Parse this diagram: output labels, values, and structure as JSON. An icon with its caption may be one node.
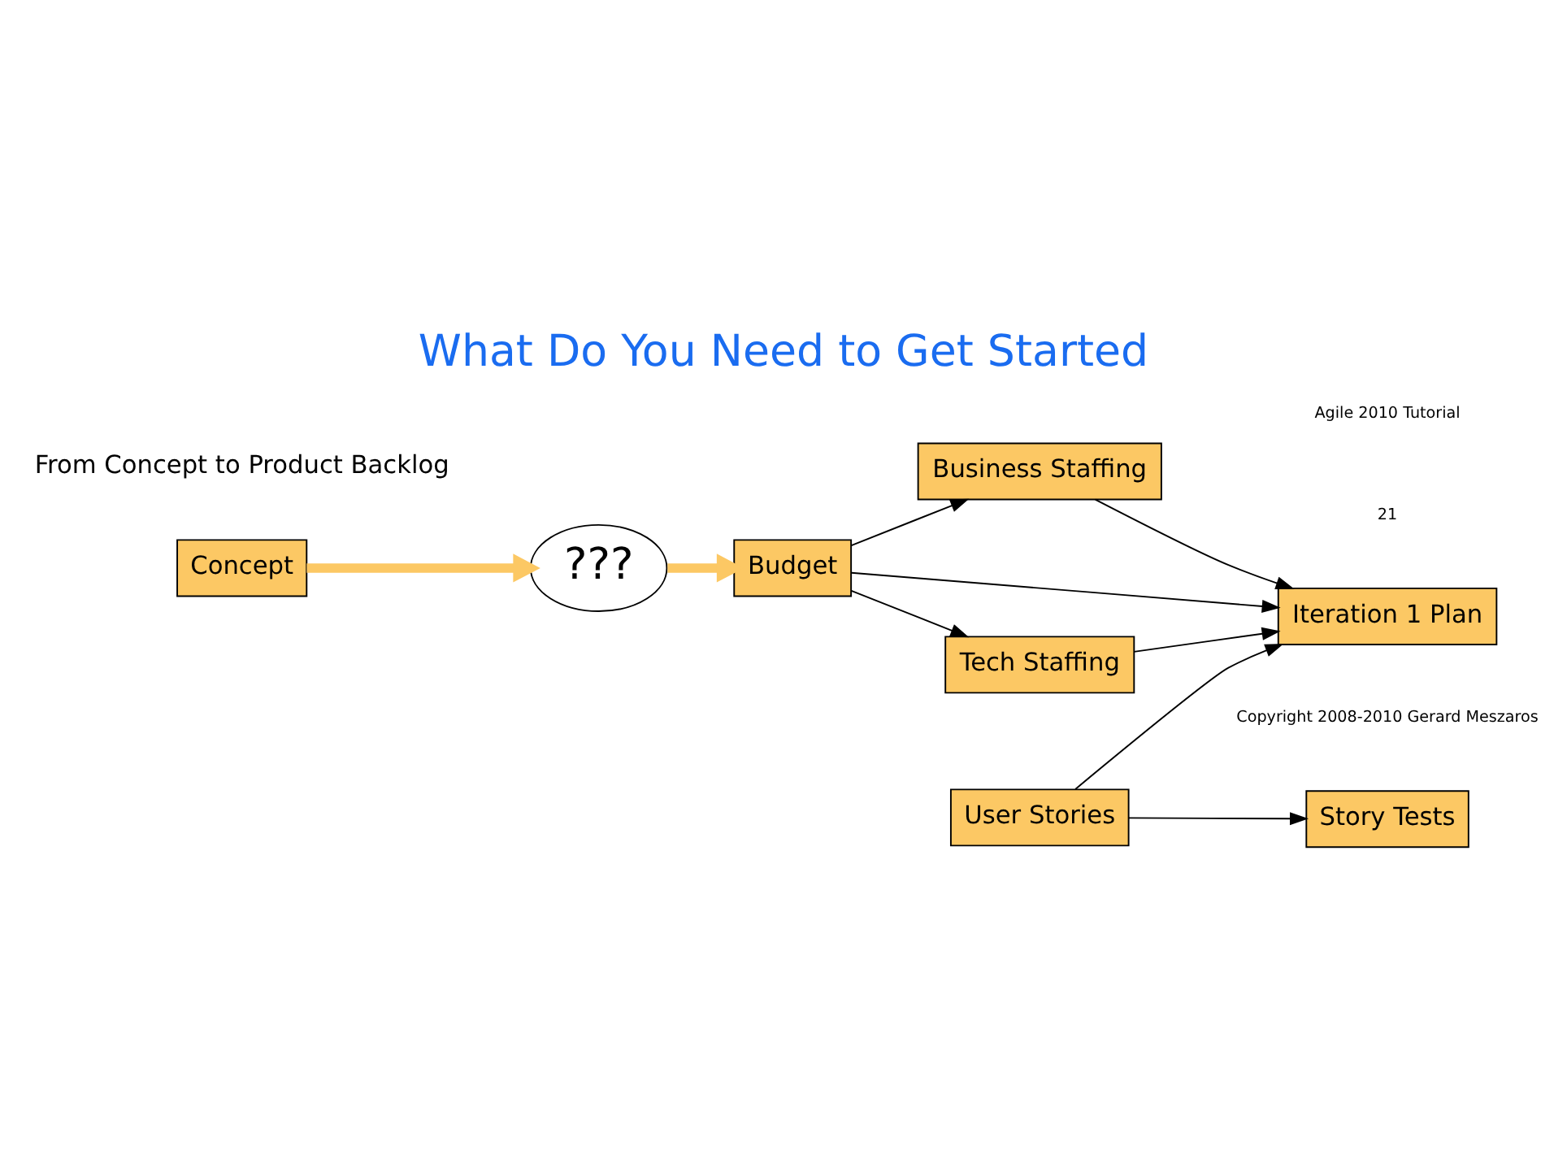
{
  "diagram": {
    "title": "What Do You Need to Get Started",
    "nodes": [
      {
        "text": [
          "Concept"
        ]
      },
      {
        "text": [
          "???"
        ]
      },
      {
        "text": [
          "User Stories"
        ]
      },
      {
        "text": [
          "Story Tests"
        ]
      },
      {
        "text": [
          "Budget"
        ]
      },
      {
        "text": [
          "Iteration 1 Plan"
        ]
      },
      {
        "text": [
          "Tech Staffing"
        ]
      },
      {
        "text": [
          "Business Staffing"
        ]
      }
    ],
    "edges": [
      {
        "from": 0,
        "to": 1,
        "arrow": "to",
        "style": "thick",
        "color": "#fcc864"
      },
      {
        "from": 1,
        "to": 4,
        "arrow": "to",
        "style": "thick",
        "color": "#fcc864"
      },
      {
        "from": 2,
        "to": 3,
        "arrow": "to"
      },
      {
        "from": 2,
        "to": 5,
        "arrow": "to"
      },
      {
        "from": 4,
        "to": 5,
        "arrow": "to"
      },
      {
        "from": 4,
        "to": 6,
        "arrow": "to"
      },
      {
        "from": 4,
        "to": 7,
        "arrow": "to"
      },
      {
        "from": 6,
        "to": 5,
        "arrow": "to"
      },
      {
        "from": 7,
        "to": 5,
        "arrow": "to"
      }
    ],
    "labels": [
      "From Concept to Product Backlog",
      "Agile 2010 Tutorial",
      "21",
      "Copyright 2008-2010 Gerard Meszaros"
    ]
  }
}
